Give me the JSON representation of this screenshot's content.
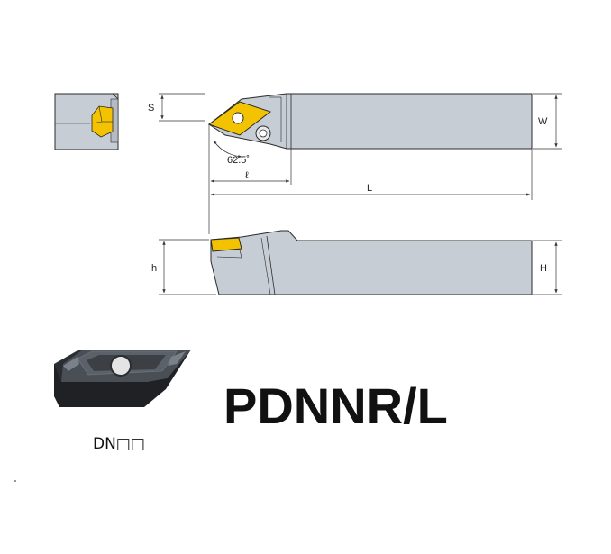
{
  "diagram": {
    "labels": {
      "s": "S",
      "w": "W",
      "angle": "62.5˚",
      "ell": "ℓ",
      "length": "L",
      "h_small": "h",
      "h_large": "H"
    },
    "product_code": "PDNNR/L",
    "insert_code": "DN□□"
  },
  "colors": {
    "body": "#c7cdd4",
    "outline": "#2a2a2a",
    "insert_yellow": "#f3c200",
    "dim_line": "#333333"
  }
}
